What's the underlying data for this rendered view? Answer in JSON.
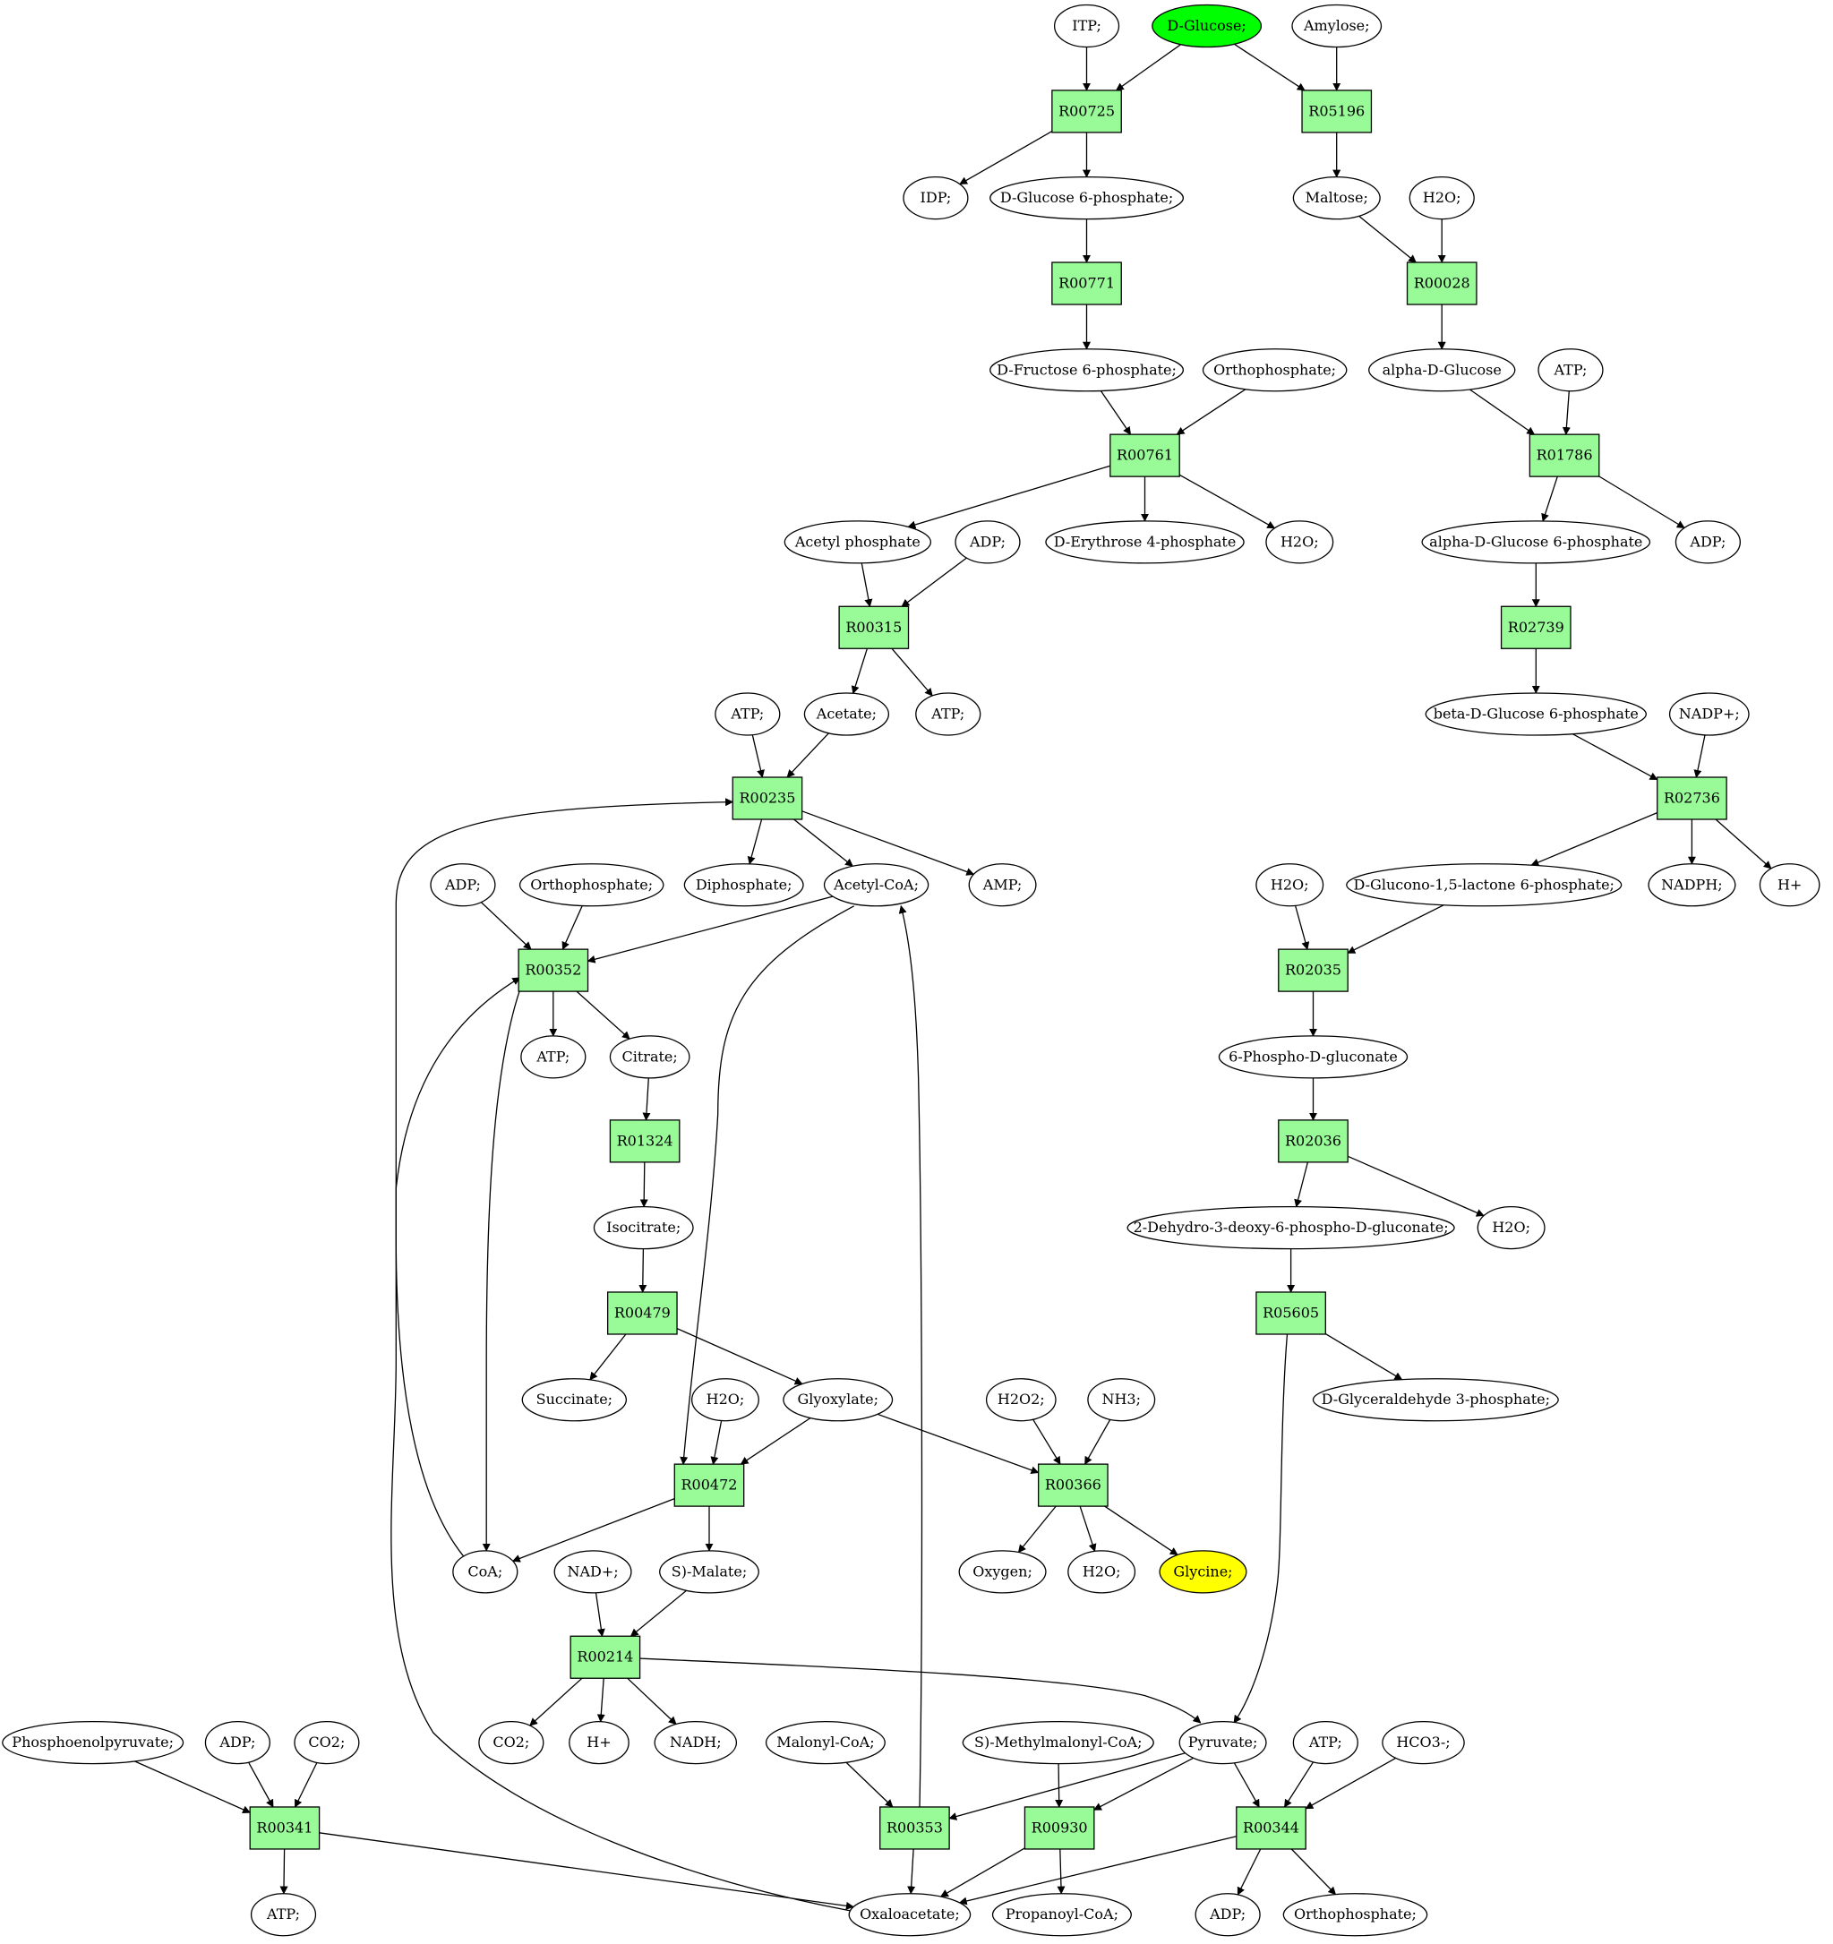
{
  "colors": {
    "reaction": "#98fb98",
    "metabolite": "#ffffff",
    "source": "#00ff00",
    "target": "#ffff00",
    "stroke": "#000000"
  },
  "metabolites": [
    {
      "id": "m_itp",
      "label": "ITP;"
    },
    {
      "id": "m_dglucose",
      "label": "D-Glucose;",
      "highlight": "source"
    },
    {
      "id": "m_amylose",
      "label": "Amylose;"
    },
    {
      "id": "m_idp",
      "label": "IDP;"
    },
    {
      "id": "m_g6p",
      "label": "D-Glucose 6-phosphate;"
    },
    {
      "id": "m_maltose",
      "label": "Maltose;"
    },
    {
      "id": "m_h2o_a",
      "label": "H2O;"
    },
    {
      "id": "m_f6p",
      "label": "D-Fructose 6-phosphate;"
    },
    {
      "id": "m_pi_a",
      "label": "Orthophosphate;"
    },
    {
      "id": "m_adg",
      "label": "alpha-D-Glucose"
    },
    {
      "id": "m_atp_a",
      "label": "ATP;"
    },
    {
      "id": "m_acp",
      "label": "Acetyl phosphate"
    },
    {
      "id": "m_adp_a",
      "label": "ADP;"
    },
    {
      "id": "m_e4p",
      "label": "D-Erythrose 4-phosphate"
    },
    {
      "id": "m_h2o_b",
      "label": "H2O;"
    },
    {
      "id": "m_adg6p",
      "label": "alpha-D-Glucose 6-phosphate"
    },
    {
      "id": "m_adp_b",
      "label": "ADP;"
    },
    {
      "id": "m_atp_b",
      "label": "ATP;"
    },
    {
      "id": "m_acetate",
      "label": "Acetate;"
    },
    {
      "id": "m_atp_c",
      "label": "ATP;"
    },
    {
      "id": "m_bdg6p",
      "label": "beta-D-Glucose 6-phosphate"
    },
    {
      "id": "m_nadp",
      "label": "NADP+;"
    },
    {
      "id": "m_adp_c",
      "label": "ADP;"
    },
    {
      "id": "m_pi_b",
      "label": "Orthophosphate;"
    },
    {
      "id": "m_ppi",
      "label": "Diphosphate;"
    },
    {
      "id": "m_acoa",
      "label": "Acetyl-CoA;"
    },
    {
      "id": "m_amp",
      "label": "AMP;"
    },
    {
      "id": "m_h2o_c",
      "label": "H2O;"
    },
    {
      "id": "m_gl6p",
      "label": "D-Glucono-1,5-lactone 6-phosphate;"
    },
    {
      "id": "m_nadph",
      "label": "NADPH;"
    },
    {
      "id": "m_hplus_a",
      "label": "H+"
    },
    {
      "id": "m_atp_d",
      "label": "ATP;"
    },
    {
      "id": "m_citrate",
      "label": "Citrate;"
    },
    {
      "id": "m_6pg",
      "label": "6-Phospho-D-gluconate"
    },
    {
      "id": "m_isocitrate",
      "label": "Isocitrate;"
    },
    {
      "id": "m_kdpg",
      "label": "2-Dehydro-3-deoxy-6-phospho-D-gluconate;"
    },
    {
      "id": "m_h2o_d",
      "label": "H2O;"
    },
    {
      "id": "m_succinate",
      "label": "Succinate;"
    },
    {
      "id": "m_h2o_e",
      "label": "H2O;"
    },
    {
      "id": "m_glyoxylate",
      "label": "Glyoxylate;"
    },
    {
      "id": "m_h2o2",
      "label": "H2O2;"
    },
    {
      "id": "m_nh3",
      "label": "NH3;"
    },
    {
      "id": "m_g3p",
      "label": "D-Glyceraldehyde 3-phosphate;"
    },
    {
      "id": "m_coa",
      "label": "CoA;"
    },
    {
      "id": "m_nad",
      "label": "NAD+;"
    },
    {
      "id": "m_malate",
      "label": "S)-Malate;"
    },
    {
      "id": "m_oxygen",
      "label": "Oxygen;"
    },
    {
      "id": "m_h2o_f",
      "label": "H2O;"
    },
    {
      "id": "m_glycine",
      "label": "Glycine;",
      "highlight": "target"
    },
    {
      "id": "m_pep",
      "label": "Phosphoenolpyruvate;"
    },
    {
      "id": "m_adp_e",
      "label": "ADP;"
    },
    {
      "id": "m_co2_a",
      "label": "CO2;"
    },
    {
      "id": "m_co2_b",
      "label": "CO2;"
    },
    {
      "id": "m_hplus_b",
      "label": "H+"
    },
    {
      "id": "m_nadh",
      "label": "NADH;"
    },
    {
      "id": "m_malcoa",
      "label": "Malonyl-CoA;"
    },
    {
      "id": "m_smmcoa",
      "label": "S)-Methylmalonyl-CoA;"
    },
    {
      "id": "m_pyruvate",
      "label": "Pyruvate;"
    },
    {
      "id": "m_atp_e",
      "label": "ATP;"
    },
    {
      "id": "m_hco3",
      "label": "HCO3-;"
    },
    {
      "id": "m_atp_f",
      "label": "ATP;"
    },
    {
      "id": "m_oaa",
      "label": "Oxaloacetate;"
    },
    {
      "id": "m_propcoa",
      "label": "Propanoyl-CoA;"
    },
    {
      "id": "m_adp_f",
      "label": "ADP;"
    },
    {
      "id": "m_pi_c",
      "label": "Orthophosphate;"
    }
  ],
  "reactions": [
    {
      "id": "r_R00725",
      "label": "R00725"
    },
    {
      "id": "r_R05196",
      "label": "R05196"
    },
    {
      "id": "r_R00771",
      "label": "R00771"
    },
    {
      "id": "r_R00028",
      "label": "R00028"
    },
    {
      "id": "r_R00761",
      "label": "R00761"
    },
    {
      "id": "r_R01786",
      "label": "R01786"
    },
    {
      "id": "r_R00315",
      "label": "R00315"
    },
    {
      "id": "r_R02739",
      "label": "R02739"
    },
    {
      "id": "r_R00235",
      "label": "R00235"
    },
    {
      "id": "r_R02736",
      "label": "R02736"
    },
    {
      "id": "r_R00352",
      "label": "R00352"
    },
    {
      "id": "r_R02035",
      "label": "R02035"
    },
    {
      "id": "r_R01324",
      "label": "R01324"
    },
    {
      "id": "r_R02036",
      "label": "R02036"
    },
    {
      "id": "r_R00479",
      "label": "R00479"
    },
    {
      "id": "r_R05605",
      "label": "R05605"
    },
    {
      "id": "r_R00472",
      "label": "R00472"
    },
    {
      "id": "r_R00366",
      "label": "R00366"
    },
    {
      "id": "r_R00214",
      "label": "R00214"
    },
    {
      "id": "r_R00341",
      "label": "R00341"
    },
    {
      "id": "r_R00353",
      "label": "R00353"
    },
    {
      "id": "r_R00930",
      "label": "R00930"
    },
    {
      "id": "r_R00344",
      "label": "R00344"
    }
  ],
  "edges": [
    [
      "m_itp",
      "r_R00725"
    ],
    [
      "m_dglucose",
      "r_R00725"
    ],
    [
      "m_dglucose",
      "r_R05196"
    ],
    [
      "m_amylose",
      "r_R05196"
    ],
    [
      "r_R00725",
      "m_idp"
    ],
    [
      "r_R00725",
      "m_g6p"
    ],
    [
      "r_R05196",
      "m_maltose"
    ],
    [
      "m_g6p",
      "r_R00771"
    ],
    [
      "m_maltose",
      "r_R00028"
    ],
    [
      "m_h2o_a",
      "r_R00028"
    ],
    [
      "r_R00771",
      "m_f6p"
    ],
    [
      "r_R00028",
      "m_adg"
    ],
    [
      "m_f6p",
      "r_R00761"
    ],
    [
      "m_pi_a",
      "r_R00761"
    ],
    [
      "m_adg",
      "r_R01786"
    ],
    [
      "m_atp_a",
      "r_R01786"
    ],
    [
      "r_R00761",
      "m_acp"
    ],
    [
      "r_R00761",
      "m_e4p"
    ],
    [
      "r_R00761",
      "m_h2o_b"
    ],
    [
      "r_R01786",
      "m_adg6p"
    ],
    [
      "r_R01786",
      "m_adp_b"
    ],
    [
      "m_acp",
      "r_R00315"
    ],
    [
      "m_adp_a",
      "r_R00315"
    ],
    [
      "m_adg6p",
      "r_R02739"
    ],
    [
      "r_R00315",
      "m_acetate"
    ],
    [
      "r_R00315",
      "m_atp_c"
    ],
    [
      "r_R02739",
      "m_bdg6p"
    ],
    [
      "m_atp_b",
      "r_R00235"
    ],
    [
      "m_acetate",
      "r_R00235"
    ],
    [
      "m_bdg6p",
      "r_R02736"
    ],
    [
      "m_nadp",
      "r_R02736"
    ],
    [
      "r_R00235",
      "m_ppi"
    ],
    [
      "r_R00235",
      "m_acoa"
    ],
    [
      "r_R00235",
      "m_amp"
    ],
    [
      "r_R02736",
      "m_gl6p"
    ],
    [
      "r_R02736",
      "m_nadph"
    ],
    [
      "r_R02736",
      "m_hplus_a"
    ],
    [
      "m_adp_c",
      "r_R00352"
    ],
    [
      "m_pi_b",
      "r_R00352"
    ],
    [
      "m_acoa",
      "r_R00352"
    ],
    [
      "m_oaa",
      "r_R00352"
    ],
    [
      "m_h2o_c",
      "r_R02035"
    ],
    [
      "m_gl6p",
      "r_R02035"
    ],
    [
      "r_R00352",
      "m_atp_d"
    ],
    [
      "r_R00352",
      "m_citrate"
    ],
    [
      "r_R00352",
      "m_coa"
    ],
    [
      "r_R02035",
      "m_6pg"
    ],
    [
      "m_citrate",
      "r_R01324"
    ],
    [
      "m_6pg",
      "r_R02036"
    ],
    [
      "r_R01324",
      "m_isocitrate"
    ],
    [
      "r_R02036",
      "m_kdpg"
    ],
    [
      "r_R02036",
      "m_h2o_d"
    ],
    [
      "m_isocitrate",
      "r_R00479"
    ],
    [
      "m_kdpg",
      "r_R05605"
    ],
    [
      "r_R00479",
      "m_succinate"
    ],
    [
      "r_R00479",
      "m_glyoxylate"
    ],
    [
      "r_R05605",
      "m_g3p"
    ],
    [
      "r_R05605",
      "m_pyruvate"
    ],
    [
      "m_acoa",
      "r_R00472"
    ],
    [
      "m_h2o_e",
      "r_R00472"
    ],
    [
      "m_glyoxylate",
      "r_R00472"
    ],
    [
      "m_glyoxylate",
      "r_R00366"
    ],
    [
      "m_h2o2",
      "r_R00366"
    ],
    [
      "m_nh3",
      "r_R00366"
    ],
    [
      "r_R00472",
      "m_coa"
    ],
    [
      "r_R00472",
      "m_malate"
    ],
    [
      "m_coa",
      "r_R00235"
    ],
    [
      "r_R00366",
      "m_oxygen"
    ],
    [
      "r_R00366",
      "m_h2o_f"
    ],
    [
      "r_R00366",
      "m_glycine"
    ],
    [
      "m_nad",
      "r_R00214"
    ],
    [
      "m_malate",
      "r_R00214"
    ],
    [
      "r_R00214",
      "m_co2_b"
    ],
    [
      "r_R00214",
      "m_hplus_b"
    ],
    [
      "r_R00214",
      "m_nadh"
    ],
    [
      "r_R00214",
      "m_pyruvate"
    ],
    [
      "m_pep",
      "r_R00341"
    ],
    [
      "m_adp_e",
      "r_R00341"
    ],
    [
      "m_co2_a",
      "r_R00341"
    ],
    [
      "m_malcoa",
      "r_R00353"
    ],
    [
      "m_pyruvate",
      "r_R00353"
    ],
    [
      "r_R00353",
      "m_acoa"
    ],
    [
      "m_smmcoa",
      "r_R00930"
    ],
    [
      "m_pyruvate",
      "r_R00930"
    ],
    [
      "m_pyruvate",
      "r_R00344"
    ],
    [
      "m_atp_e",
      "r_R00344"
    ],
    [
      "m_hco3",
      "r_R00344"
    ],
    [
      "r_R00341",
      "m_atp_f"
    ],
    [
      "r_R00341",
      "m_oaa"
    ],
    [
      "r_R00353",
      "m_oaa"
    ],
    [
      "r_R00930",
      "m_oaa"
    ],
    [
      "r_R00930",
      "m_propcoa"
    ],
    [
      "r_R00344",
      "m_oaa"
    ],
    [
      "r_R00344",
      "m_adp_f"
    ],
    [
      "r_R00344",
      "m_pi_c"
    ]
  ]
}
